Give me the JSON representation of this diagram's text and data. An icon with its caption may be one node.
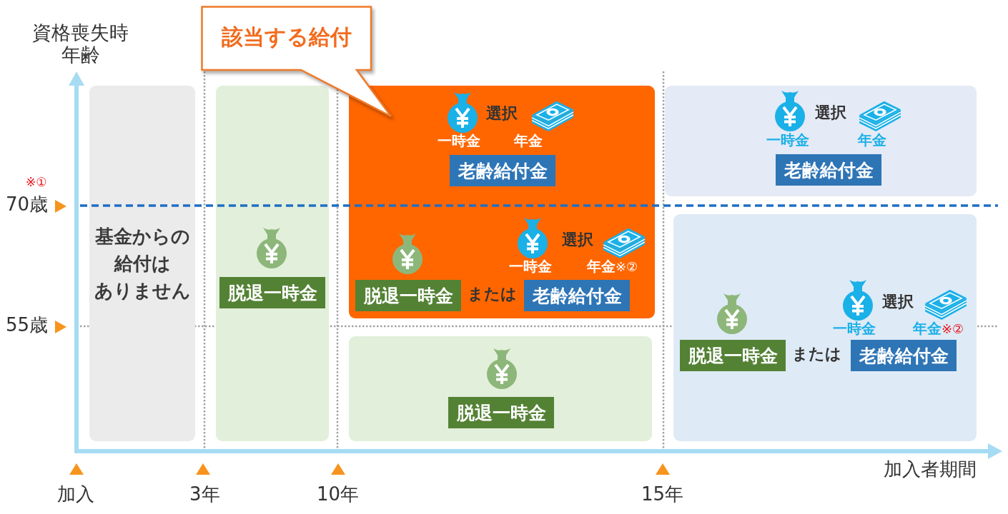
{
  "diagram": {
    "nodes": [
      {
        "text": [
          "該当する給付"
        ]
      },
      {
        "text": [
          "基金からの給付はありません"
        ]
      },
      {
        "text": [],
        "shape": "box"
      },
      {
        "text": [
          "脱退一時金"
        ],
        "in": 2
      },
      {
        "text": [],
        "shape": "box"
      },
      {
        "text": [
          "老齢給付金"
        ],
        "in": 4
      },
      {
        "text": [
          "脱退一時金"
        ],
        "in": 4
      },
      {
        "text": [
          "老齢給付金"
        ],
        "in": 4
      },
      {
        "text": [],
        "shape": "box"
      },
      {
        "text": [
          "老齢給付金"
        ],
        "in": 8
      },
      {
        "text": [],
        "shape": "box"
      },
      {
        "text": [
          "脱退一時金"
        ],
        "in": 10
      },
      {
        "text": [
          "老齢給付金"
        ],
        "in": 10
      },
      {
        "text": [],
        "shape": "box"
      },
      {
        "text": [
          "脱退一時金"
        ],
        "in": 13
      }
    ],
    "labels": [
      "資格喪失時年齢",
      "選択",
      "一時金",
      "年金",
      "選択",
      "一時金",
      "年金",
      "※①",
      "70歳",
      "選択",
      "一時金",
      "年金",
      "※②",
      "または",
      "選択",
      "一時金",
      "年金",
      "※②",
      "55歳",
      "または",
      "加入者期間",
      "加入",
      "3年",
      "10年",
      "15年"
    ]
  }
}
